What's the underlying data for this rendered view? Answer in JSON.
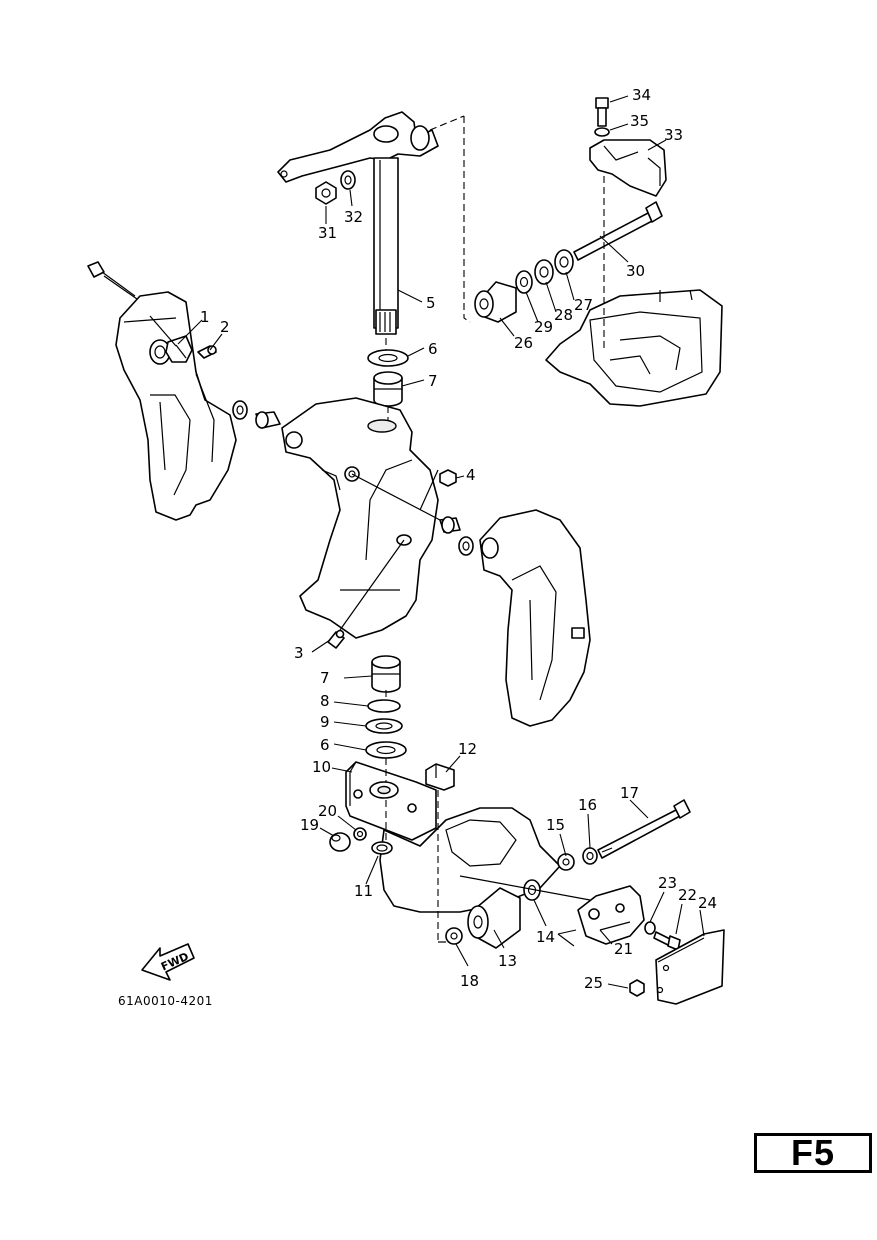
{
  "diagram": {
    "drawing_code": "61A0010-4201",
    "fwd_label": "FWD",
    "page_badge": "F5",
    "callouts": [
      "1",
      "2",
      "3",
      "4",
      "5",
      "6",
      "7",
      "8",
      "9",
      "10",
      "11",
      "12",
      "13",
      "14",
      "15",
      "16",
      "17",
      "18",
      "19",
      "20",
      "21",
      "22",
      "23",
      "24",
      "25",
      "26",
      "27",
      "28",
      "29",
      "30",
      "31",
      "32",
      "33",
      "34",
      "35"
    ],
    "callout_6_second": "6",
    "callout_7_second": "7"
  }
}
